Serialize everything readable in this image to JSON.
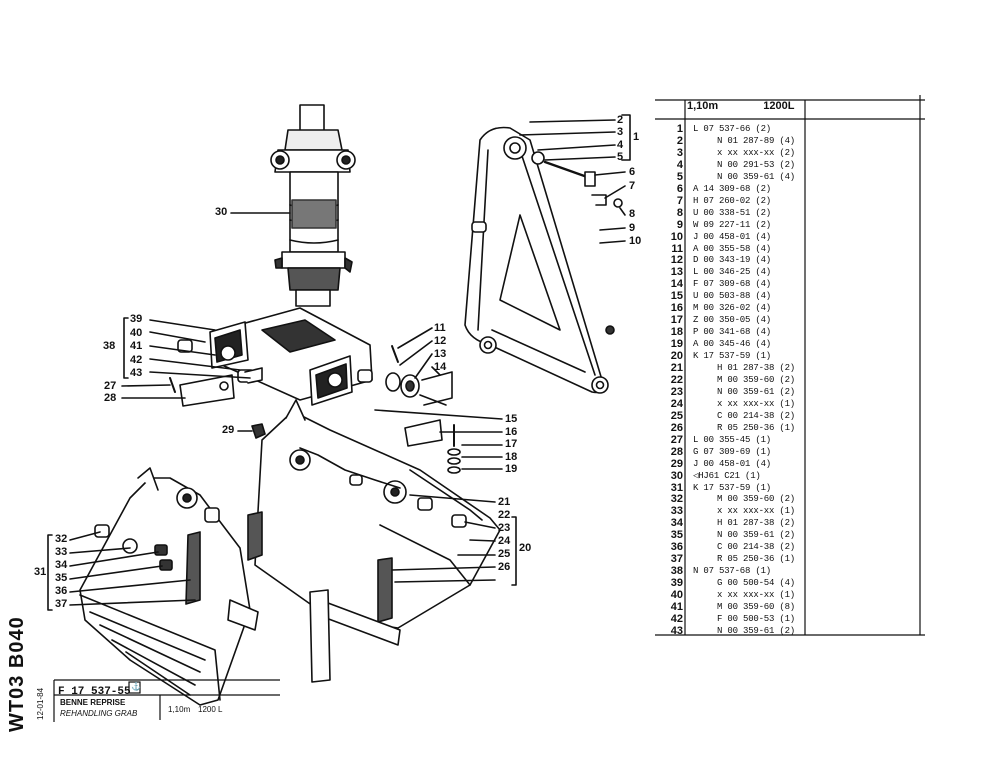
{
  "table": {
    "col_size": "1,10m",
    "col_capacity": "1200L",
    "rows": [
      {
        "n": "1",
        "code": "L 07 537-66 (2)",
        "indent": 0
      },
      {
        "n": "2",
        "code": "N 01 287-89 (4)",
        "indent": 1
      },
      {
        "n": "3",
        "code": "x xx xxx-xx (2)",
        "indent": 1
      },
      {
        "n": "4",
        "code": "N 00 291-53 (2)",
        "indent": 1
      },
      {
        "n": "5",
        "code": "N 00 359-61 (4)",
        "indent": 1
      },
      {
        "n": "6",
        "code": "A 14 309-68 (2)",
        "indent": 0
      },
      {
        "n": "7",
        "code": "H 07 260-02 (2)",
        "indent": 0
      },
      {
        "n": "8",
        "code": "U 00 338-51 (2)",
        "indent": 0
      },
      {
        "n": "9",
        "code": "W 09 227-11 (2)",
        "indent": 0
      },
      {
        "n": "10",
        "code": "J 00 458-01 (4)",
        "indent": 0
      },
      {
        "n": "11",
        "code": "A 00 355-58 (4)",
        "indent": 0
      },
      {
        "n": "12",
        "code": "D 00 343-19 (4)",
        "indent": 0
      },
      {
        "n": "13",
        "code": "L 00 346-25 (4)",
        "indent": 0
      },
      {
        "n": "14",
        "code": "F 07 309-68 (4)",
        "indent": 0
      },
      {
        "n": "15",
        "code": "U 00 503-88 (4)",
        "indent": 0
      },
      {
        "n": "16",
        "code": "M 00 326-02 (4)",
        "indent": 0
      },
      {
        "n": "17",
        "code": "Z 00 350-05 (4)",
        "indent": 0
      },
      {
        "n": "18",
        "code": "P 00 341-68 (4)",
        "indent": 0
      },
      {
        "n": "19",
        "code": "A 00 345-46 (4)",
        "indent": 0
      },
      {
        "n": "20",
        "code": "K 17 537-59 (1)",
        "indent": 0
      },
      {
        "n": "21",
        "code": "H 01 287-38 (2)",
        "indent": 1
      },
      {
        "n": "22",
        "code": "M 00 359-60 (2)",
        "indent": 1
      },
      {
        "n": "23",
        "code": "N 00 359-61 (2)",
        "indent": 1
      },
      {
        "n": "24",
        "code": "x xx xxx-xx (1)",
        "indent": 1
      },
      {
        "n": "25",
        "code": "C 00 214-38 (2)",
        "indent": 1
      },
      {
        "n": "26",
        "code": "R 05 250-36 (1)",
        "indent": 1
      },
      {
        "n": "27",
        "code": "L 00 355-45 (1)",
        "indent": 0
      },
      {
        "n": "28",
        "code": "G 07 309-69 (1)",
        "indent": 0
      },
      {
        "n": "29",
        "code": "J 00 458-01 (4)",
        "indent": 0
      },
      {
        "n": "30",
        "code": "◁HJ61 C21 (1)",
        "indent": 0
      },
      {
        "n": "31",
        "code": "K 17 537-59 (1)",
        "indent": 0
      },
      {
        "n": "32",
        "code": "M 00 359-60 (2)",
        "indent": 1
      },
      {
        "n": "33",
        "code": "x xx xxx-xx (1)",
        "indent": 1
      },
      {
        "n": "34",
        "code": "H 01 287-38 (2)",
        "indent": 1
      },
      {
        "n": "35",
        "code": "N 00 359-61 (2)",
        "indent": 1
      },
      {
        "n": "36",
        "code": "C 00 214-38 (2)",
        "indent": 1
      },
      {
        "n": "37",
        "code": "R 05 250-36 (1)",
        "indent": 1
      },
      {
        "n": "38",
        "code": "N 07 537-68 (1)",
        "indent": 0
      },
      {
        "n": "39",
        "code": "G 00 500-54 (4)",
        "indent": 1
      },
      {
        "n": "40",
        "code": "x xx xxx-xx (1)",
        "indent": 1
      },
      {
        "n": "41",
        "code": "M 00 359-60 (8)",
        "indent": 1
      },
      {
        "n": "42",
        "code": "F 00 500-53 (1)",
        "indent": 1
      },
      {
        "n": "43",
        "code": "N 00 359-61 (2)",
        "indent": 1
      }
    ]
  },
  "footer": {
    "part_number": "F 17 537-55",
    "part_icon": "anchor-box-icon",
    "title_fr": "BENNE REPRISE",
    "title_en": "REHANDLING GRAB",
    "size": "1,10m",
    "capacity": "1200 L",
    "date": "12-01-84"
  },
  "side_code": "WT03 B040",
  "callouts": {
    "upper_frame": [
      "2",
      "3",
      "4",
      "5",
      "6",
      "7",
      "8",
      "9",
      "10"
    ],
    "upper_frame_group": "1",
    "cylinder": "30",
    "head_group": "38",
    "head_items": [
      "39",
      "40",
      "41",
      "42",
      "43"
    ],
    "head_right": [
      "11",
      "12",
      "13",
      "14"
    ],
    "pin_items": [
      "27",
      "28"
    ],
    "nut": "29",
    "shell_right": [
      "15",
      "16",
      "17",
      "18",
      "19"
    ],
    "shell_right_group": "20",
    "shell_right_items": [
      "21",
      "22",
      "23",
      "24",
      "25",
      "26"
    ],
    "shell_left_group": "31",
    "shell_left_items": [
      "32",
      "33",
      "34",
      "35",
      "36",
      "37"
    ]
  }
}
